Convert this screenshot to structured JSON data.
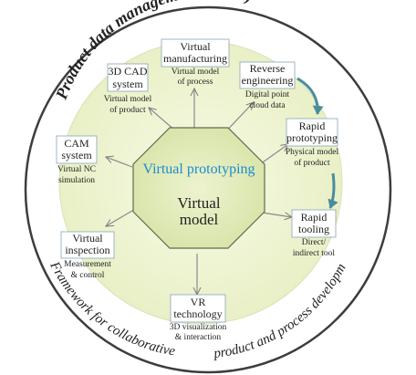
{
  "outer_ring": {
    "top_label": "Product data management (PDM)",
    "bottom_left_label": "Framework for collaborative",
    "bottom_right_label": "product and process development"
  },
  "center": {
    "title": "Virtual prototyping",
    "subtitle_line1": "Virtual",
    "subtitle_line2": "model"
  },
  "nodes": [
    {
      "id": "3d-cad",
      "title": [
        "3D CAD",
        "system"
      ],
      "desc": [
        "Virtual model",
        "of product"
      ]
    },
    {
      "id": "virtual-manufacturing",
      "title": [
        "Virtual",
        "manufacturing"
      ],
      "desc": [
        "Virtual model",
        "of process"
      ]
    },
    {
      "id": "reverse-engineering",
      "title": [
        "Reverse",
        "engineering"
      ],
      "desc": [
        "Digital point",
        "cloud data"
      ]
    },
    {
      "id": "rapid-prototyping",
      "title": [
        "Rapid",
        "prototyping"
      ],
      "desc": [
        "Physical model",
        "of product"
      ]
    },
    {
      "id": "rapid-tooling",
      "title": [
        "Rapid",
        "tooling"
      ],
      "desc": [
        "Direct/",
        "indirect tool"
      ]
    },
    {
      "id": "vr-technology",
      "title": [
        "VR",
        "technology"
      ],
      "desc": [
        "3D visualization",
        "& interaction"
      ]
    },
    {
      "id": "virtual-inspection",
      "title": [
        "Virtual",
        "inspection"
      ],
      "desc": [
        "Measurement",
        "& control"
      ]
    },
    {
      "id": "cam-system",
      "title": [
        "CAM",
        "system"
      ],
      "desc": [
        "Virtual NC",
        "simulation"
      ]
    }
  ],
  "colors": {
    "inner_circle": "#f0f5d4",
    "octagon_fill": "#e0ebb6",
    "octagon_stroke": "#5f6b50",
    "accent_arrow": "#4a8da0",
    "box_stroke": "#8aa3b8"
  }
}
